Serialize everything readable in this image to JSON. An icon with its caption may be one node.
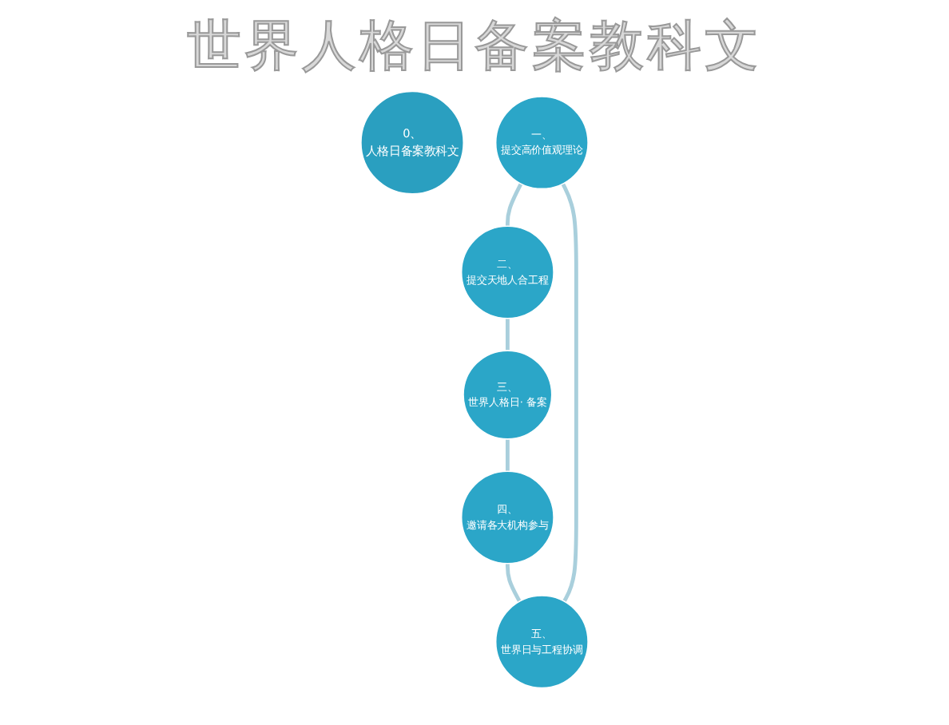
{
  "diagram": {
    "title": "世界人格日备案教科文",
    "nodes": [
      {
        "text": [
          "0、",
          "人格日备案教科文"
        ]
      },
      {
        "text": [
          "一、",
          "提交高价值观理论"
        ]
      },
      {
        "text": [
          "二、",
          "提交天地人合工程"
        ]
      },
      {
        "text": [
          "三、",
          "世界人格日· 备案"
        ]
      },
      {
        "text": [
          "四、",
          "邀请各大机构参与"
        ]
      },
      {
        "text": [
          "五、",
          "世界日与工程协调"
        ]
      }
    ],
    "edges": [
      {
        "from": 1,
        "to": 2,
        "arrow": "none"
      },
      {
        "from": 2,
        "to": 3,
        "arrow": "none"
      },
      {
        "from": 3,
        "to": 4,
        "arrow": "none"
      },
      {
        "from": 4,
        "to": 5,
        "arrow": "none"
      },
      {
        "from": 5,
        "to": 1,
        "arrow": "none"
      }
    ]
  }
}
